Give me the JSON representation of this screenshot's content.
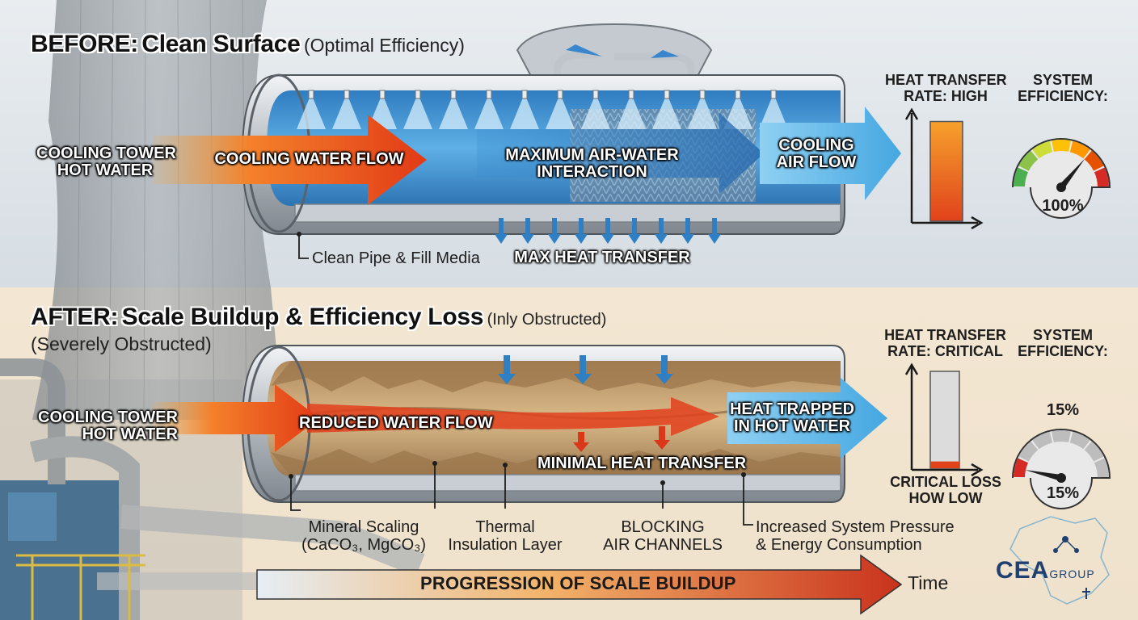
{
  "before": {
    "heading_bold": "BEFORE:",
    "heading_title": "Clean Surface",
    "heading_note": "(Optimal Efficiency)",
    "inlet_label": [
      "COOLING TOWER",
      "HOT WATER"
    ],
    "water_flow_label": "COOLING WATER FLOW",
    "interaction_label": [
      "MAXIMUM AIR-WATER",
      "INTERACTION"
    ],
    "air_flow_label": [
      "COOLING",
      "AIR FLOW"
    ],
    "pipe_caption": "Clean Pipe & Fill Media",
    "transfer_label": "MAX HEAT TRANSFER",
    "rate_title": [
      "HEAT TRANSFER",
      "RATE: HIGH"
    ],
    "rate_level": 0.95,
    "efficiency_title": [
      "SYSTEM",
      "EFFICIENCY:"
    ],
    "efficiency_value": "100%",
    "efficiency_level": 1.0
  },
  "after": {
    "heading_bold": "AFTER:",
    "heading_title": "Scale Buildup & Efficiency Loss",
    "heading_note": "(Inly Obstructed)",
    "heading_sub": "(Severely Obstructed)",
    "inlet_label": [
      "COOLING TOWER",
      "HOT WATER"
    ],
    "water_flow_label": "REDUCED WATER FLOW",
    "trapped_label": [
      "HEAT TRAPPED",
      "IN HOT WATER"
    ],
    "transfer_label": "MINIMAL HEAT TRANSFER",
    "callouts": {
      "scaling": [
        "Mineral Scaling",
        "(CaCO₃, MgCO₃)"
      ],
      "insulation": [
        "Thermal",
        "Insulation Layer"
      ],
      "blocking": [
        "BLOCKING",
        "AIR CHANNELS"
      ],
      "pressure": [
        "Increased System Pressure",
        "& Energy Consumption"
      ]
    },
    "rate_title": [
      "HEAT TRANSFER",
      "RATE: CRITICAL"
    ],
    "rate_level": 0.07,
    "rate_caption": [
      "CRITICAL LOSS",
      "HOW LOW"
    ],
    "efficiency_title": [
      "SYSTEM",
      "EFFICIENCY:"
    ],
    "efficiency_value_top": "15%",
    "efficiency_value_bottom": "15%",
    "efficiency_level": 0.15
  },
  "timeline": {
    "label": "PROGRESSION OF SCALE BUILDUP",
    "time_label": "Time"
  },
  "logo": {
    "main": "CEA",
    "sub": "GROUP"
  },
  "colors": {
    "water_hot": "#e8501e",
    "water_warm": "#f7a63a",
    "air_blue": "#4aa8e0",
    "scale_tan": "#c9a679",
    "gauge_red": "#d62a24",
    "gauge_green": "#4caf50",
    "logo_navy": "#1f4070",
    "logo_teal": "#3aa0c8"
  }
}
